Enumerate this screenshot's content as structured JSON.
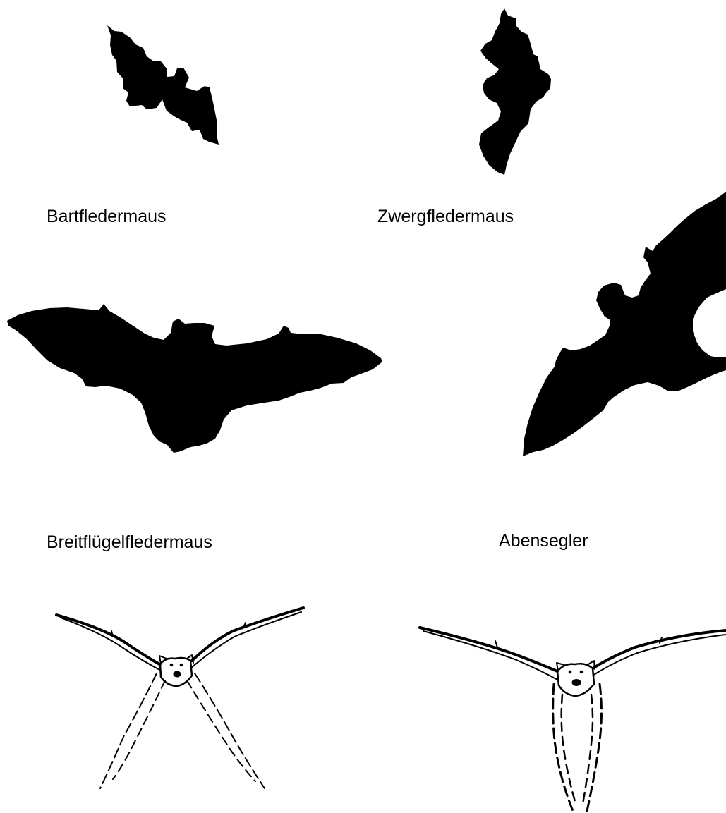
{
  "labels": {
    "bartfledermaus": "Bartfledermaus",
    "zwergfledermaus": "Zwergfledermaus",
    "breitfluegelfledermaus": "Breitflügelfledermaus",
    "abendsegler": "Abensegler"
  },
  "colors": {
    "background": "#ffffff",
    "silhouette": "#000000"
  }
}
